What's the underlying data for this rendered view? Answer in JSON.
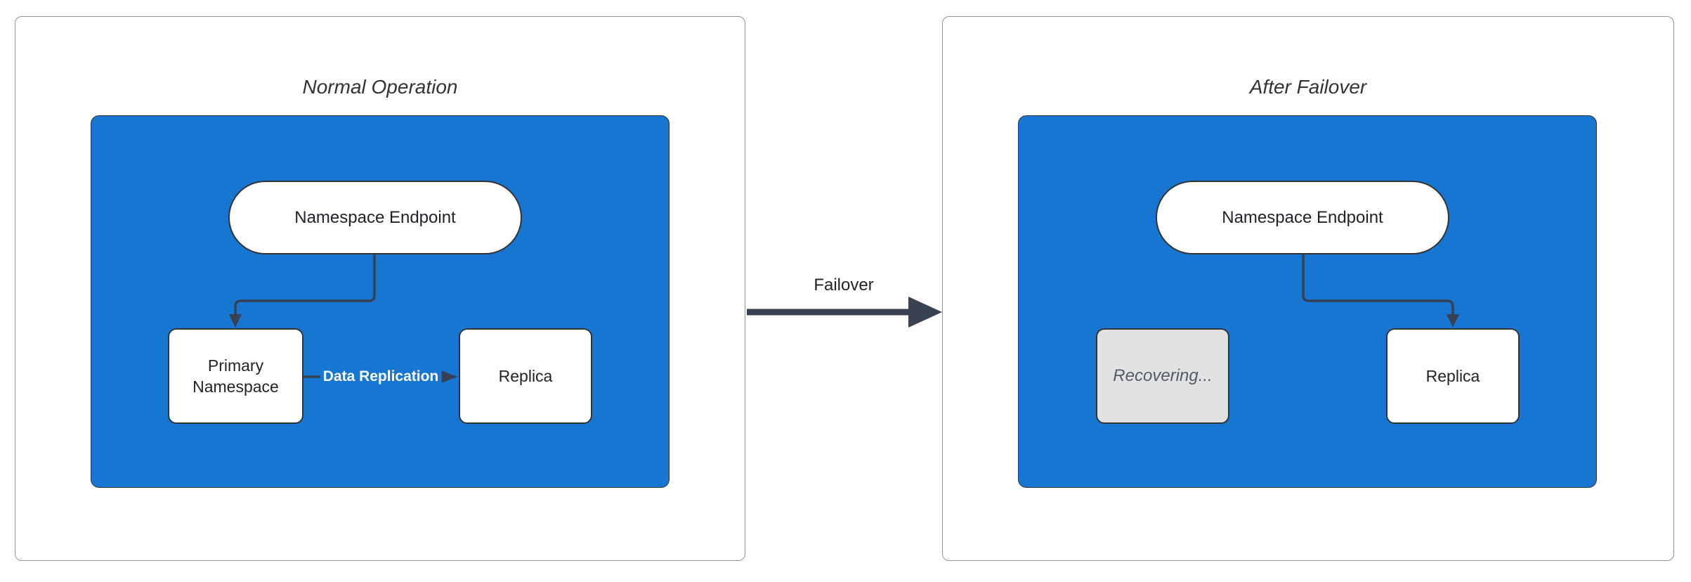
{
  "left": {
    "title": "Normal Operation",
    "endpoint_label": "Namespace Endpoint",
    "primary_label": "Primary Namespace",
    "replica_label": "Replica",
    "replication_edge_label": "Data Replication"
  },
  "right": {
    "title": "After Failover",
    "endpoint_label": "Namespace Endpoint",
    "recovering_label": "Recovering...",
    "replica_label": "Replica"
  },
  "transition": {
    "label": "Failover"
  },
  "colors": {
    "container_blue": "#1776d2",
    "node_fill": "#ffffff",
    "node_border": "#333333",
    "edge": "#374151",
    "disabled_fill": "#e2e2e2",
    "disabled_text": "#525b68",
    "panel_border": "#909399",
    "title_text": "#333333",
    "node_text": "#1f2328",
    "edge_label_text": "#ffffff"
  }
}
